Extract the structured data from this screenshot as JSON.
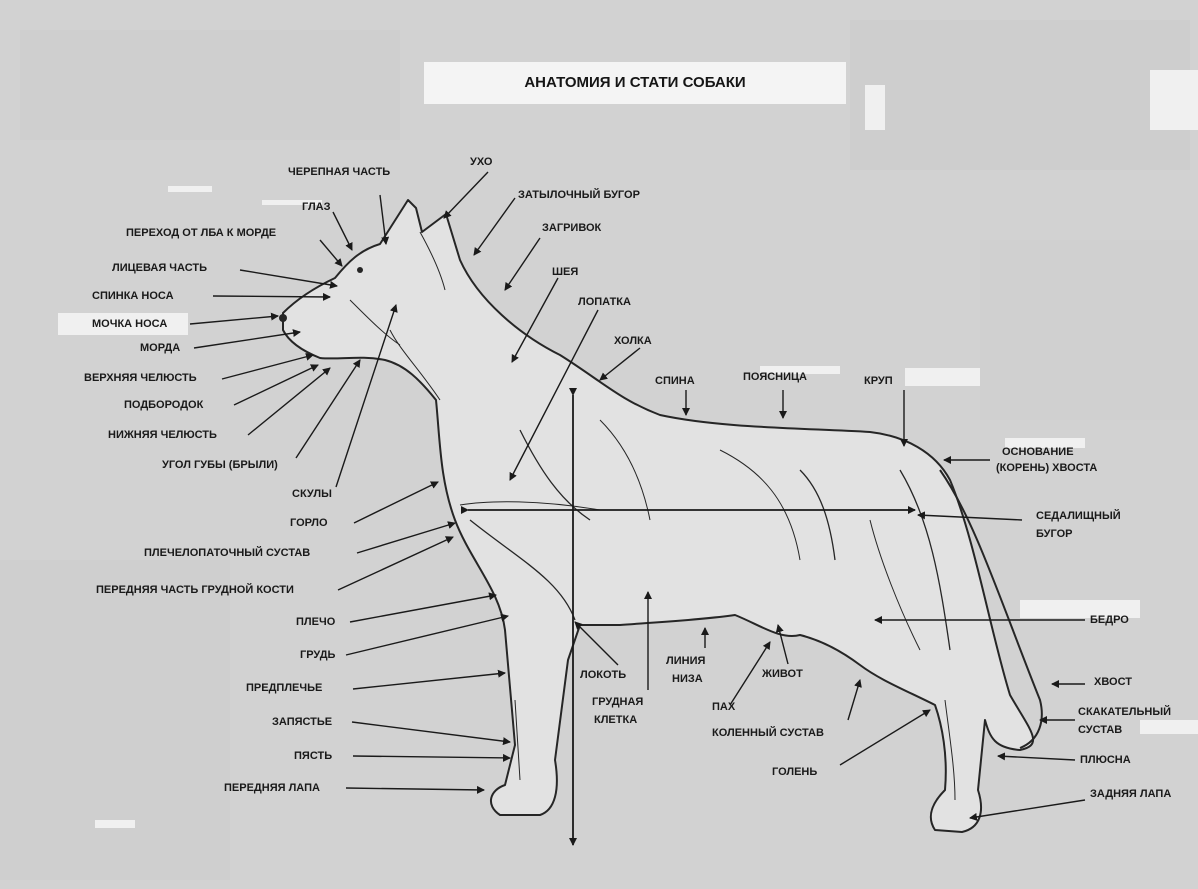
{
  "title": "АНАТОМИЯ И СТАТИ СОБАКИ",
  "labels": {
    "cherepnaya": "ЧЕРЕПНАЯ ЧАСТЬ",
    "ukho": "УХО",
    "glaz": "ГЛАЗ",
    "zatylochny": "ЗАТЫЛОЧНЫЙ БУГОР",
    "perekhod": "ПЕРЕХОД ОТ ЛБА К МОРДЕ",
    "zagrivok": "ЗАГРИВОК",
    "litsevaya": "ЛИЦЕВАЯ ЧАСТЬ",
    "sheya": "ШЕЯ",
    "spinka_nosa": "СПИНКА НОСА",
    "lopatka": "ЛОПАТКА",
    "mochka_nosa": "МОЧКА НОСА",
    "morda": "МОРДА",
    "kholka": "ХОЛКА",
    "verkhnyaya": "ВЕРХНЯЯ ЧЕЛЮСТЬ",
    "spina": "СПИНА",
    "poyasnitsa": "ПОЯСНИЦА",
    "krup": "КРУП",
    "podborodok": "ПОДБОРОДОК",
    "nizhnyaya": "НИЖНЯЯ ЧЕЛЮСТЬ",
    "osnovanie_1": "ОСНОВАНИЕ",
    "osnovanie_2": "(КОРЕНЬ) ХВОСТА",
    "ugol_guby": "УГОЛ ГУБЫ (БРЫЛИ)",
    "skuly": "СКУЛЫ",
    "gorlo": "ГОРЛО",
    "sedalishny_1": "СЕДАЛИЩНЫЙ",
    "sedalishny_2": "БУГОР",
    "plechelopatochny": "ПЛЕЧЕЛОПАТОЧНЫЙ СУСТАВ",
    "perednyaya_grud": "ПЕРЕДНЯЯ ЧАСТЬ ГРУДНОЙ КОСТИ",
    "plecho": "ПЛЕЧО",
    "bedro": "БЕДРО",
    "grud": "ГРУДЬ",
    "lokot": "ЛОКОТЬ",
    "liniya_1": "ЛИНИЯ",
    "liniya_2": "НИЗА",
    "zhivot": "ЖИВОТ",
    "khvost": "ХВОСТ",
    "predplechye": "ПРЕДПЛЕЧЬЕ",
    "grudnaya_1": "ГРУДНАЯ",
    "grudnaya_2": "КЛЕТКА",
    "pakh": "ПАХ",
    "skakatelny_1": "СКАКАТЕЛЬНЫЙ",
    "skakatelny_2": "СУСТАВ",
    "zapyastye": "ЗАПЯСТЬЕ",
    "kolenny": "КОЛЕННЫЙ СУСТАВ",
    "pyast": "ПЯСТЬ",
    "plyusna": "ПЛЮСНА",
    "golen": "ГОЛЕНЬ",
    "perednyaya_lapa": "ПЕРЕДНЯЯ ЛАПА",
    "zadnyaya_lapa": "ЗАДНЯЯ ЛАПА"
  },
  "colors": {
    "background": "#d4d4d4",
    "ink": "#1a1a1a",
    "label_bg": "#f2f2f2"
  }
}
